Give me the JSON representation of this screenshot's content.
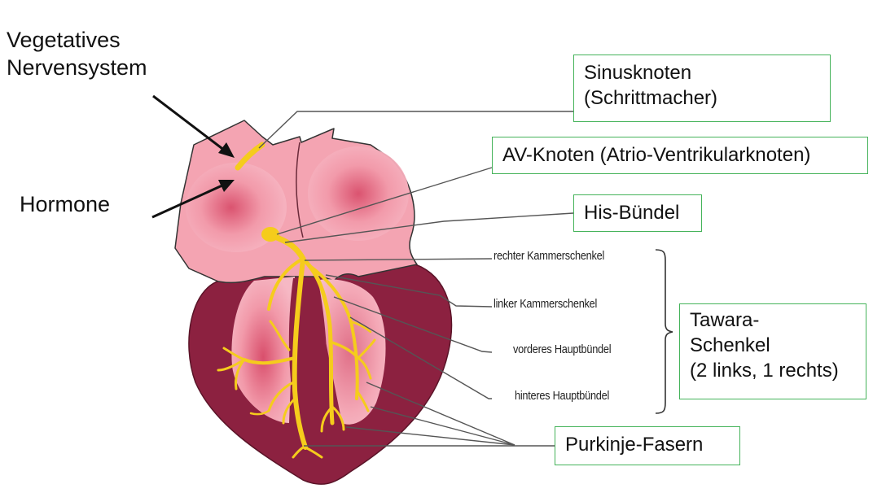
{
  "labels": {
    "vns_line1": "Vegetatives",
    "vns_line2": "Nervensystem",
    "hormone": "Hormone",
    "sinus_line1": "Sinusknoten",
    "sinus_line2": "(Schrittmacher)",
    "av_knoten": "AV-Knoten (Atrio-Ventrikularknoten)",
    "his": "His-Bündel",
    "tawara_line1": "Tawara-",
    "tawara_line2": "Schenkel",
    "tawara_line3": "(2 links, 1 rechts)",
    "purkinje": "Purkinje-Fasern"
  },
  "branch_labels": {
    "rechter": "rechter Kammerschenkel",
    "linker": "linker Kammerschenkel",
    "vorderes": "vorderes Hauptbündel",
    "hinteres": "hinteres Hauptbündel"
  },
  "colors": {
    "atria_pink": "#f29aaa",
    "atria_center": "#d94f6c",
    "ventricle_dark": "#8c2140",
    "conduction_yellow": "#f5cc1c",
    "box_border": "#45b35a",
    "leader_line": "#555555"
  }
}
